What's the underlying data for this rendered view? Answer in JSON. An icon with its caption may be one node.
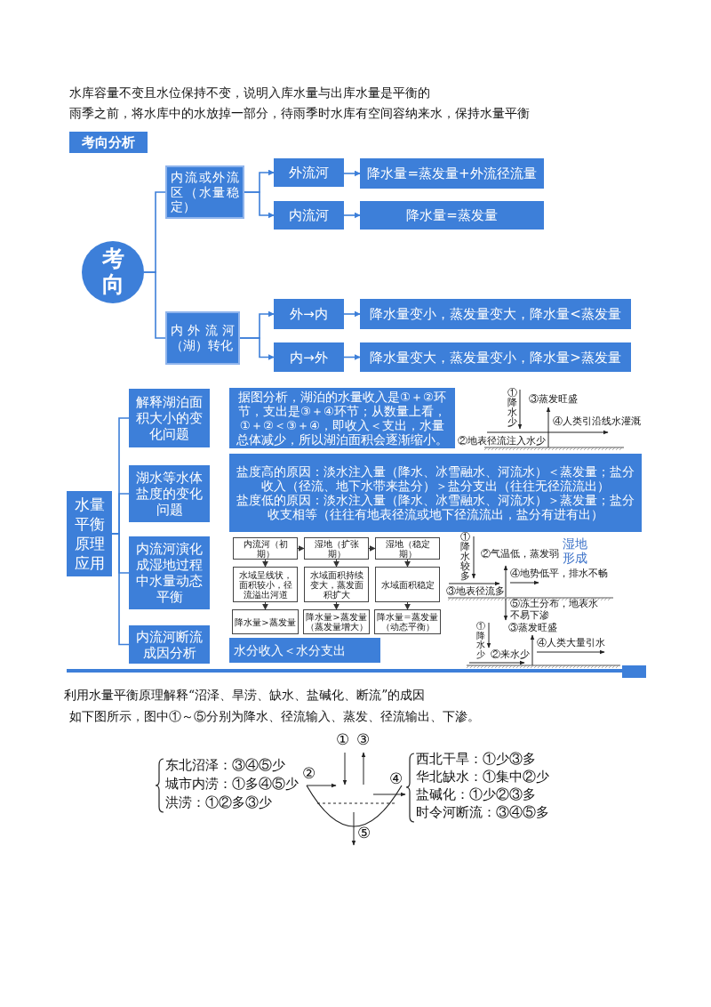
{
  "diagram": {
    "nodes": [
      {
        "text": [
          "考向分析"
        ]
      },
      {
        "text": [
          "考向"
        ]
      },
      {
        "text": [
          "内流或外流区（水量稳定）"
        ]
      },
      {
        "text": [
          "外流河"
        ]
      },
      {
        "text": [
          "降水量=蒸发量+外流径流量"
        ]
      },
      {
        "text": [
          "内流河"
        ]
      },
      {
        "text": [
          "降水量=蒸发量"
        ]
      },
      {
        "text": [
          "内外流河（湖）转化"
        ]
      },
      {
        "text": [
          "外→内"
        ]
      },
      {
        "text": [
          "降水量变小，蒸发量变大，降水量<蒸发量"
        ]
      },
      {
        "text": [
          "内→外"
        ]
      },
      {
        "text": [
          "降水量变大，蒸发量变小，降水量>蒸发量"
        ]
      },
      {
        "text": [
          "水量平衡原理应用"
        ]
      },
      {
        "text": [
          "解释湖泊面积大小的变化问题"
        ]
      },
      {
        "text": [
          "据图分析，湖泊的水量收入是①＋②环节，支出是③＋④环节；从数量上看，①＋②＜③＋④，即收入＜支出，水量总体减少，所以湖泊面积会逐渐缩小。"
        ]
      },
      {
        "text": [
          "湖水等水体盐度的变化问题"
        ]
      },
      {
        "text": [
          "盐度高的原因：淡水注入量（降水、冰雪融水、河流水）＜蒸发量；盐分收入（径流、地下水带来盐分）＞盐分支出（往往无径流流出）",
          "盐度低的原因：淡水注入量（降水、冰雪融水、河流水）＞蒸发量；盐分收支相等（往往有地表径流或地下径流流出，盐分有进有出）"
        ]
      },
      {
        "text": [
          "内流河演化成湿地过程中水量动态平衡"
        ]
      },
      {
        "text": [
          "内流河（初期）"
        ]
      },
      {
        "text": [
          "湿地（扩张期）"
        ]
      },
      {
        "text": [
          "湿地（稳定期）"
        ]
      },
      {
        "text": [
          "水域呈线状，面积较小，径流溢出河道"
        ]
      },
      {
        "text": [
          "水域面积持续变大，蒸发面积扩大"
        ]
      },
      {
        "text": [
          "水域面积稳定"
        ]
      },
      {
        "text": [
          "降水量>蒸发量"
        ]
      },
      {
        "text": [
          "降水量>蒸发量（蒸发量增大）"
        ]
      },
      {
        "text": [
          "降水量=蒸发量（动态平衡）"
        ]
      },
      {
        "text": [
          "内流河断流成因分析"
        ]
      },
      {
        "text": [
          "水分收入＜水分支出"
        ]
      }
    ],
    "edges": [
      {
        "from": 1,
        "to": 2,
        "arrow": "none"
      },
      {
        "from": 1,
        "to": 7,
        "arrow": "none"
      },
      {
        "from": 2,
        "to": 3,
        "arrow": "to"
      },
      {
        "from": 2,
        "to": 5,
        "arrow": "to"
      },
      {
        "from": 3,
        "to": 4,
        "arrow": "to"
      },
      {
        "from": 5,
        "to": 6,
        "arrow": "to"
      },
      {
        "from": 7,
        "to": 8,
        "arrow": "to"
      },
      {
        "from": 7,
        "to": 10,
        "arrow": "to"
      },
      {
        "from": 8,
        "to": 9,
        "arrow": "to"
      },
      {
        "from": 10,
        "to": 11,
        "arrow": "to"
      },
      {
        "from": 12,
        "to": 13,
        "arrow": "none"
      },
      {
        "from": 12,
        "to": 15,
        "arrow": "none"
      },
      {
        "from": 12,
        "to": 17,
        "arrow": "none"
      },
      {
        "from": 12,
        "to": 27,
        "arrow": "none"
      },
      {
        "from": 18,
        "to": 19,
        "arrow": "to",
        "color": "#333333"
      },
      {
        "from": 19,
        "to": 20,
        "arrow": "to",
        "color": "#333333"
      },
      {
        "from": 18,
        "to": 21,
        "arrow": "to",
        "color": "#333333"
      },
      {
        "from": 21,
        "to": 24,
        "arrow": "to",
        "color": "#333333"
      },
      {
        "from": 19,
        "to": 22,
        "arrow": "to",
        "color": "#333333"
      },
      {
        "from": 22,
        "to": 25,
        "arrow": "to",
        "color": "#333333"
      },
      {
        "from": 20,
        "to": 23,
        "arrow": "to",
        "color": "#333333"
      },
      {
        "from": 23,
        "to": 26,
        "arrow": "to",
        "color": "#333333"
      }
    ],
    "labels": [
      "水库容量不变且水位保持不变，说明入库水量与出库水量是平衡的",
      "雨季之前，将水库中的水放掉一部分，待雨季时水库有空间容纳来水，保持水量平衡",
      "①降水少",
      "③蒸发旺盛",
      "④人类引沿线水灌溉",
      "②地表径流注入水少",
      "①降水较多",
      "②气温低，蒸发弱",
      "湿地形成",
      "④地势低平，排水不畅",
      "③地表径流多",
      "⑤冻土分布，地表水不易下渗",
      "①降水少",
      "③蒸发旺盛",
      "④人类大量引水",
      "②来水少",
      "利用水量平衡原理解释“沼泽、旱涝、缺水、盐碱化、断流”的成因",
      "如下图所示，图中①～⑤分别为降水、径流输入、蒸发、径流输出、下渗。",
      "①",
      "③",
      "②",
      "④",
      "⑤",
      "东北沼泽：③④⑤少",
      "城市内涝：①多④⑤少",
      "洪涝：①②多③少",
      "西北干旱：①少③多",
      "华北缺水：①集中②少",
      "盐碱化：①少②③多",
      "时令河断流：③④⑤多"
    ]
  }
}
